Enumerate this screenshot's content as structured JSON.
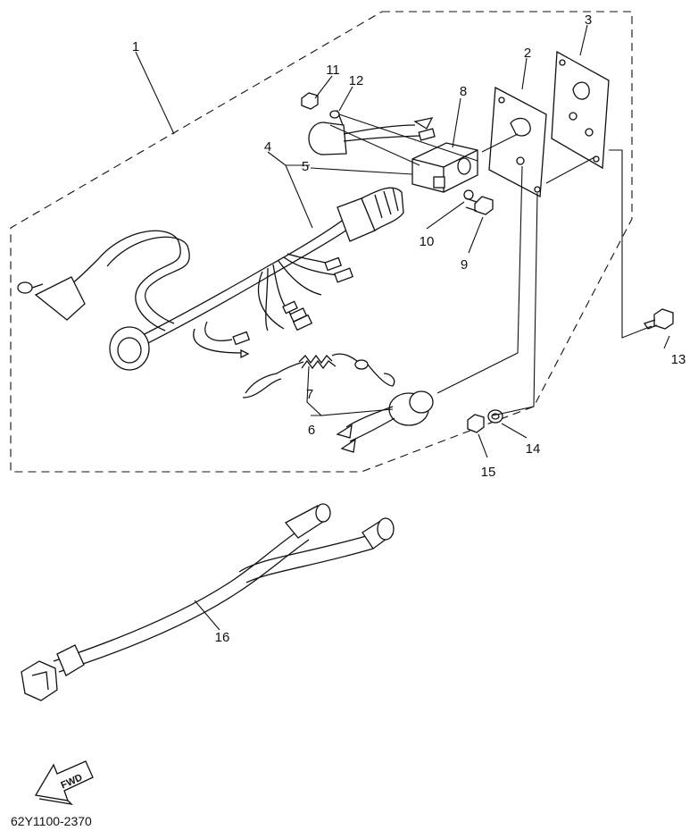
{
  "callouts": {
    "c1": "1",
    "c2": "2",
    "c3": "3",
    "c4": "4",
    "c5": "5",
    "c6": "6",
    "c7": "7",
    "c8": "8",
    "c9": "9",
    "c10": "10",
    "c11": "11",
    "c12": "12",
    "c13": "13",
    "c14": "14",
    "c15": "15",
    "c16": "16"
  },
  "direction_label": "FWD",
  "drawing_code": "62Y1100-2370"
}
